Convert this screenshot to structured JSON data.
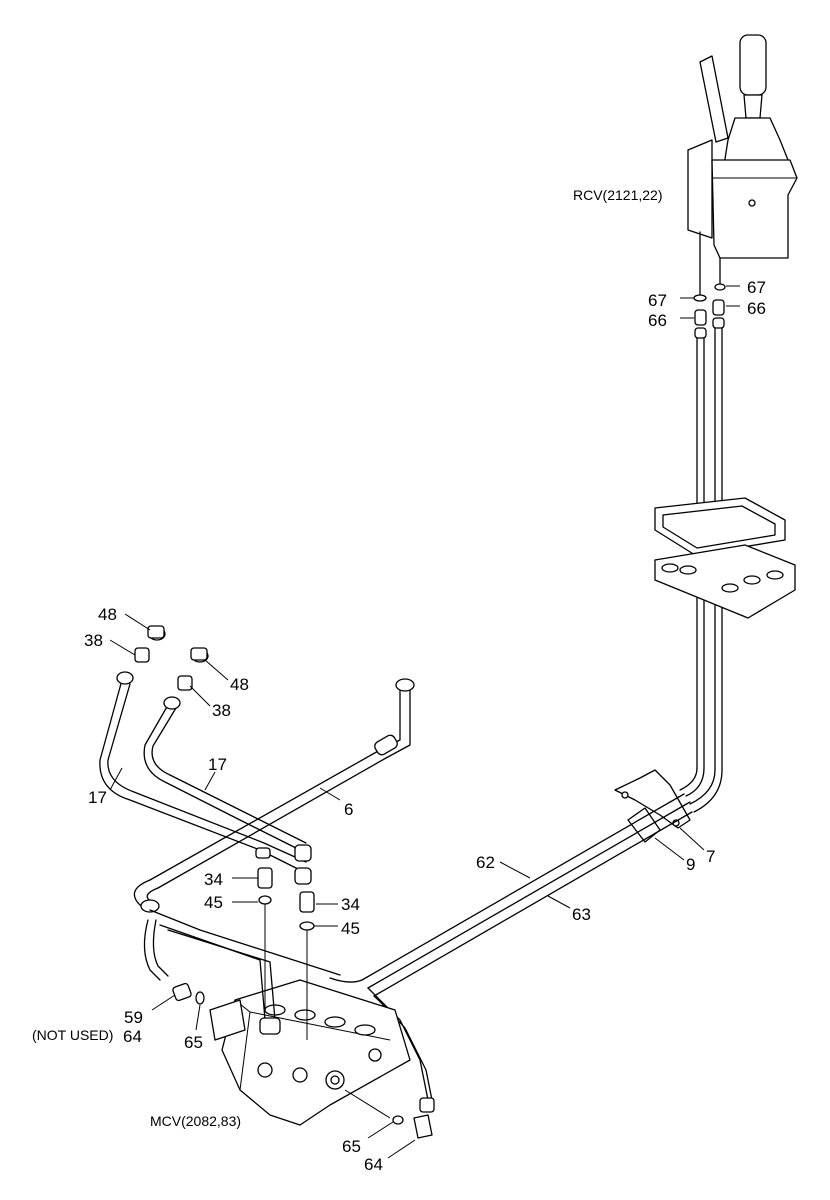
{
  "labels": {
    "rcv": "RCV(2121,22)",
    "mcv": "MCV(2082,83)",
    "not_used": "(NOT USED)",
    "p67a": "67",
    "p67b": "67",
    "p66a": "66",
    "p66b": "66",
    "p48a": "48",
    "p48b": "48",
    "p38a": "38",
    "p38b": "38",
    "p17a": "17",
    "p17b": "17",
    "p6": "6",
    "p62": "62",
    "p63": "63",
    "p7": "7",
    "p9": "9",
    "p34a": "34",
    "p34b": "34",
    "p45a": "45",
    "p45b": "45",
    "p59": "59",
    "p64a": "64",
    "p64b": "64",
    "p65a": "65",
    "p65b": "65"
  }
}
